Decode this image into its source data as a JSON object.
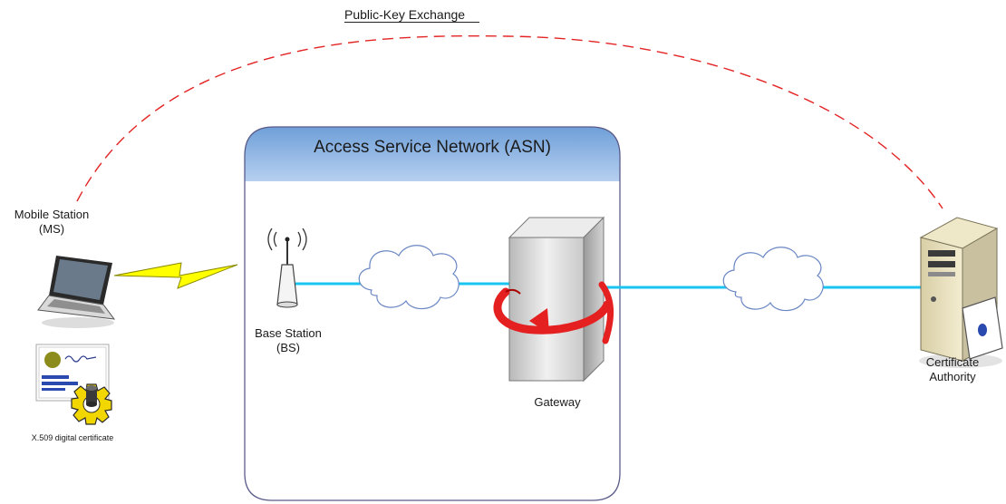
{
  "diagram": {
    "title": "Public-Key Exchange",
    "asn_title": "Access Service Network (ASN)",
    "mobile_station": [
      "Mobile Station",
      "(MS)"
    ],
    "base_station": [
      "Base Station",
      "(BS)"
    ],
    "gateway": "Gateway",
    "certificate_authority": [
      "Certificate",
      "Authority"
    ],
    "certificate_caption": "X.509 digital certificate"
  },
  "colors": {
    "exchange_arc": "#e32424",
    "link_line": "#19c4f0",
    "asn_header": "#8fb6e4",
    "asn_border": "#5a5a8a",
    "lightning": "#ffff00",
    "rotation_arrow": "#e52020"
  },
  "icons": [
    "laptop-icon",
    "certificate-icon",
    "gear-icon",
    "antenna-icon",
    "cloud-icon",
    "server-icon",
    "rotate-arrow-icon",
    "lightning-icon"
  ]
}
